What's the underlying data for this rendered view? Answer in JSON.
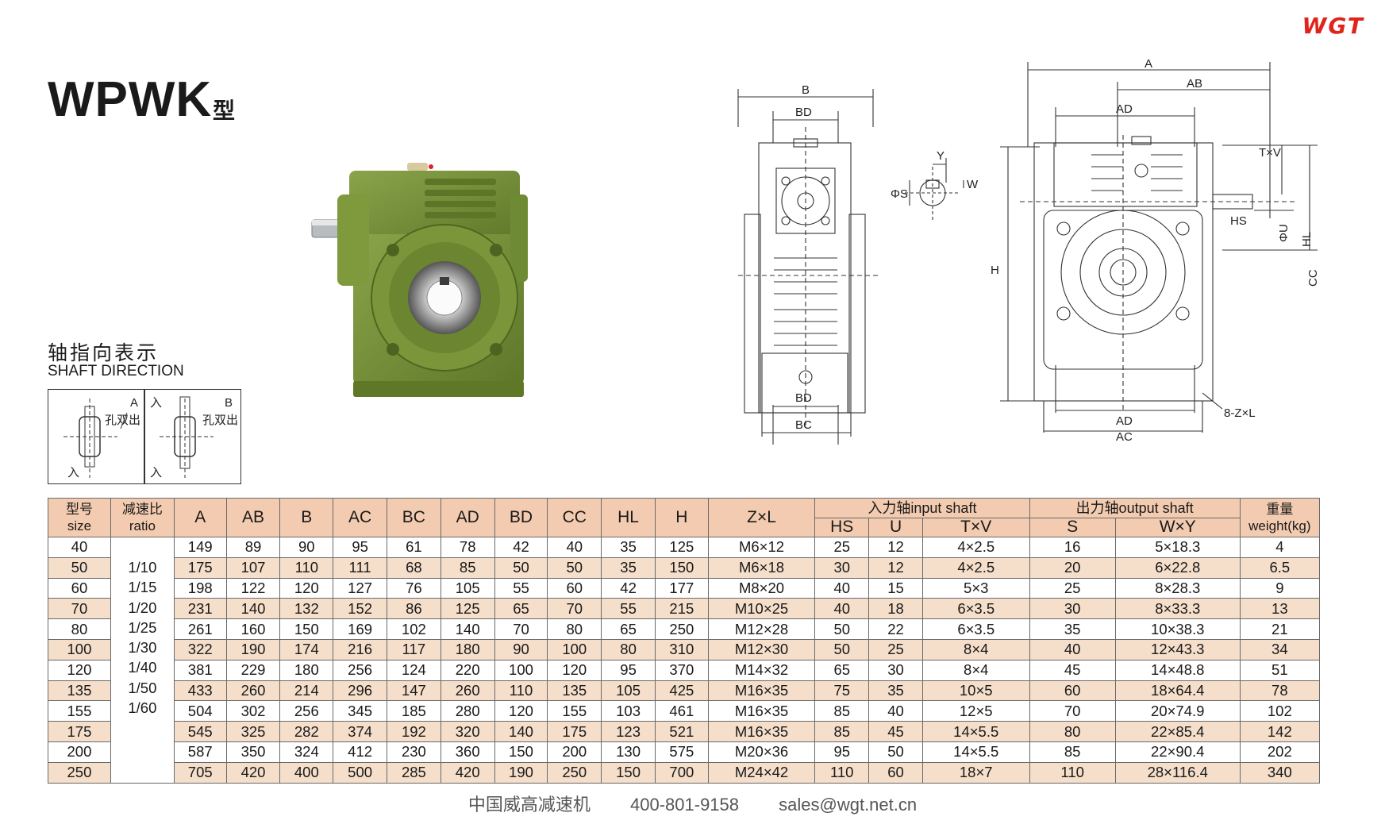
{
  "brand": {
    "logo_text": "WGT"
  },
  "title": {
    "model": "WPWK",
    "suffix": "型"
  },
  "shaft_direction": {
    "label_cn": "轴指向表示",
    "label_en": "SHAFT DIRECTION",
    "left_panel": {
      "corner": "A",
      "in_label": "入",
      "hole_label": "孔双出"
    },
    "right_panel": {
      "corner": "B",
      "in_label": "入",
      "hole_label": "孔双出"
    }
  },
  "drawings": {
    "side_view": {
      "B": "B",
      "BD_top": "BD",
      "BD_bottom": "BD",
      "BC": "BC"
    },
    "shaft_section": {
      "Y": "Y",
      "W": "W",
      "S": "ΦS"
    },
    "front_view": {
      "A": "A",
      "AB": "AB",
      "AD_top": "AD",
      "AD_bottom": "AD",
      "AC": "AC",
      "H": "H",
      "TV": "T×V",
      "U": "ΦU",
      "HL": "HL",
      "HS": "HS",
      "CC": "CC",
      "ZL": "8-Z×L"
    }
  },
  "table": {
    "header_top": [
      "型号",
      "减速比",
      "A",
      "AB",
      "B",
      "AC",
      "BC",
      "AD",
      "BD",
      "CC",
      "HL",
      "H",
      "Z×L"
    ],
    "header_top_en": [
      "size",
      "ratio"
    ],
    "input_shaft_group": "入力轴input shaft",
    "output_shaft_group": "出力轴output shaft",
    "weight_header": [
      "重量",
      "weight(kg)"
    ],
    "header_sub": [
      "HS",
      "U",
      "T×V",
      "S",
      "W×Y"
    ],
    "ratios": [
      "1/10",
      "1/15",
      "1/20",
      "1/25",
      "1/30",
      "1/40",
      "1/50",
      "1/60"
    ],
    "rows": [
      [
        "40",
        "149",
        "89",
        "90",
        "95",
        "61",
        "78",
        "42",
        "40",
        "35",
        "125",
        "M6×12",
        "25",
        "12",
        "4×2.5",
        "16",
        "5×18.3",
        "4"
      ],
      [
        "50",
        "175",
        "107",
        "110",
        "111",
        "68",
        "85",
        "50",
        "50",
        "35",
        "150",
        "M6×18",
        "30",
        "12",
        "4×2.5",
        "20",
        "6×22.8",
        "6.5"
      ],
      [
        "60",
        "198",
        "122",
        "120",
        "127",
        "76",
        "105",
        "55",
        "60",
        "42",
        "177",
        "M8×20",
        "40",
        "15",
        "5×3",
        "25",
        "8×28.3",
        "9"
      ],
      [
        "70",
        "231",
        "140",
        "132",
        "152",
        "86",
        "125",
        "65",
        "70",
        "55",
        "215",
        "M10×25",
        "40",
        "18",
        "6×3.5",
        "30",
        "8×33.3",
        "13"
      ],
      [
        "80",
        "261",
        "160",
        "150",
        "169",
        "102",
        "140",
        "70",
        "80",
        "65",
        "250",
        "M12×28",
        "50",
        "22",
        "6×3.5",
        "35",
        "10×38.3",
        "21"
      ],
      [
        "100",
        "322",
        "190",
        "174",
        "216",
        "117",
        "180",
        "90",
        "100",
        "80",
        "310",
        "M12×30",
        "50",
        "25",
        "8×4",
        "40",
        "12×43.3",
        "34"
      ],
      [
        "120",
        "381",
        "229",
        "180",
        "256",
        "124",
        "220",
        "100",
        "120",
        "95",
        "370",
        "M14×32",
        "65",
        "30",
        "8×4",
        "45",
        "14×48.8",
        "51"
      ],
      [
        "135",
        "433",
        "260",
        "214",
        "296",
        "147",
        "260",
        "110",
        "135",
        "105",
        "425",
        "M16×35",
        "75",
        "35",
        "10×5",
        "60",
        "18×64.4",
        "78"
      ],
      [
        "155",
        "504",
        "302",
        "256",
        "345",
        "185",
        "280",
        "120",
        "155",
        "103",
        "461",
        "M16×35",
        "85",
        "40",
        "12×5",
        "70",
        "20×74.9",
        "102"
      ],
      [
        "175",
        "545",
        "325",
        "282",
        "374",
        "192",
        "320",
        "140",
        "175",
        "123",
        "521",
        "M16×35",
        "85",
        "45",
        "14×5.5",
        "80",
        "22×85.4",
        "142"
      ],
      [
        "200",
        "587",
        "350",
        "324",
        "412",
        "230",
        "360",
        "150",
        "200",
        "130",
        "575",
        "M20×36",
        "95",
        "50",
        "14×5.5",
        "85",
        "22×90.4",
        "202"
      ],
      [
        "250",
        "705",
        "420",
        "400",
        "500",
        "285",
        "420",
        "190",
        "250",
        "150",
        "700",
        "M24×42",
        "110",
        "60",
        "18×7",
        "110",
        "28×116.4",
        "340"
      ]
    ]
  },
  "footer": {
    "company": "中国威高减速机",
    "phone": "400-801-9158",
    "email": "sales@wgt.net.cn"
  },
  "colors": {
    "brand_red": "#e0241b",
    "header_bg": "#f3cbb0",
    "alt_row_bg": "#f5deca",
    "gearbox_green": "#6f8a34"
  }
}
